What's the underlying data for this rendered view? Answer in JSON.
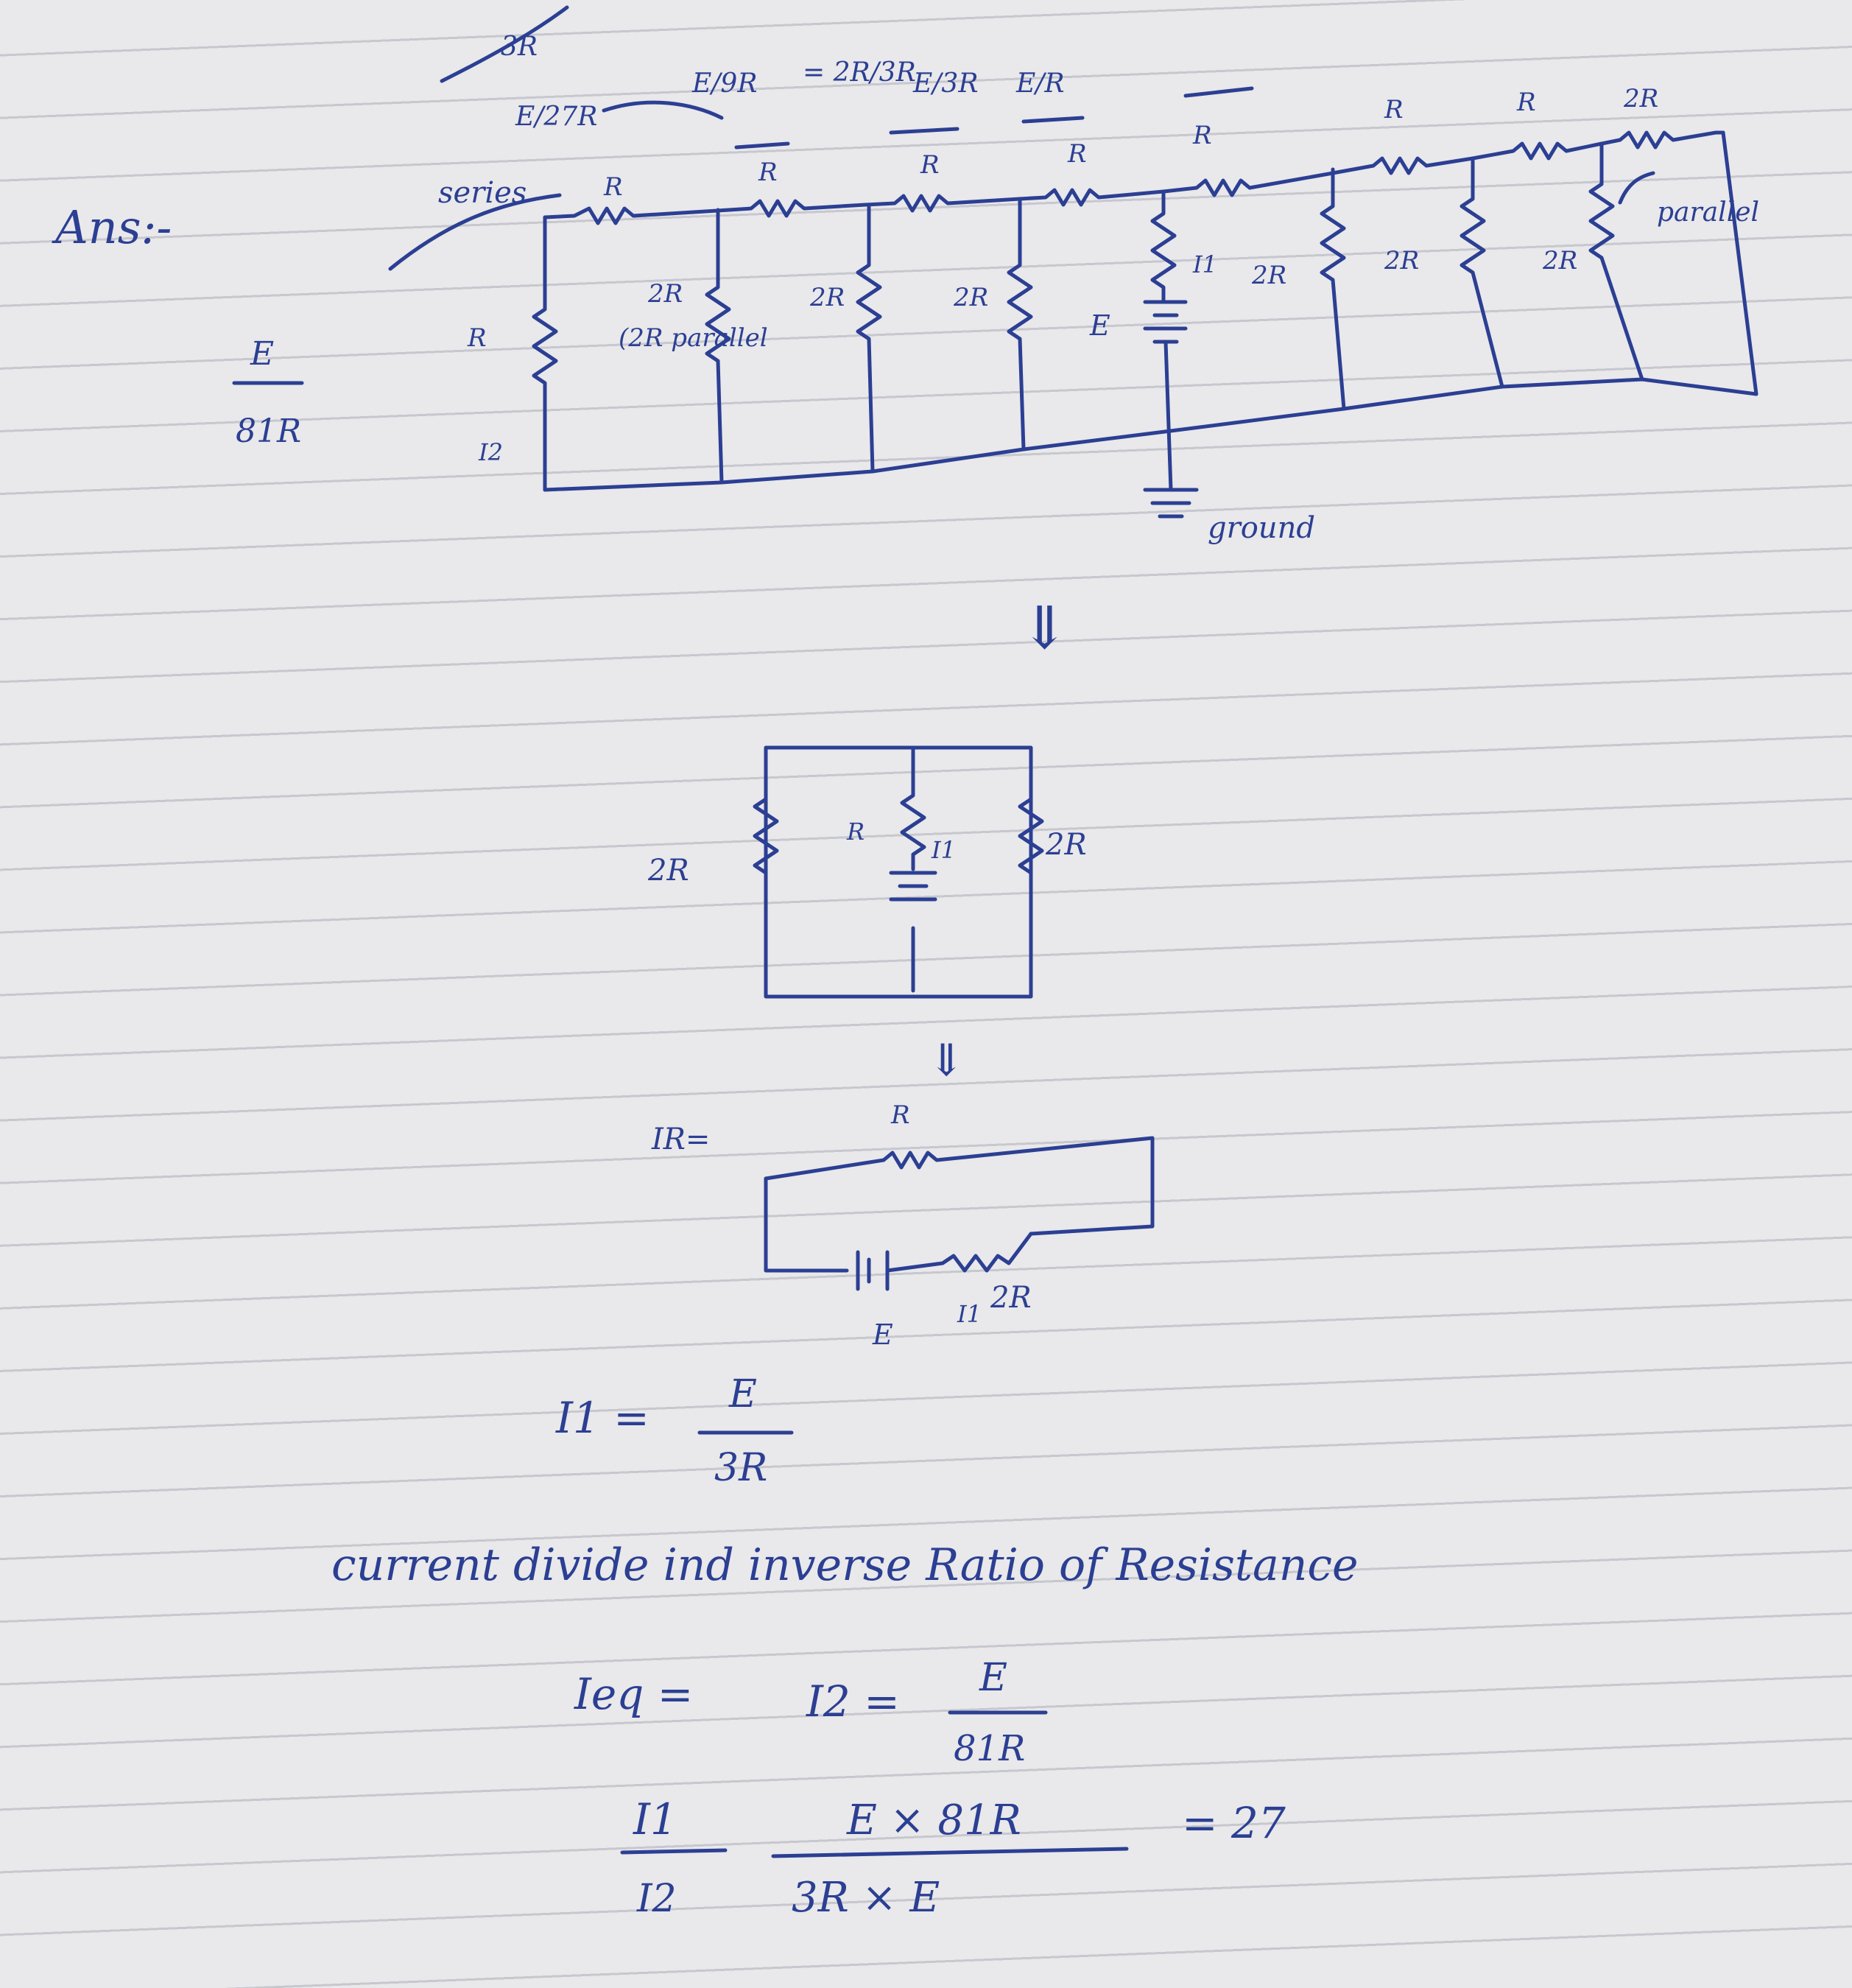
{
  "answer_label": "Ans:-",
  "margin_note": {
    "num": "E",
    "den": "81R"
  },
  "top_notes": {
    "three_r": "3R",
    "e_over_27r": "E/27R",
    "e_over_9r": "E/9R",
    "two_r_over_3r": "= 2R/3R",
    "e_over_3r": "E/3R",
    "e_over_r": "E/R",
    "series": "series",
    "parallel_left": "(2R parallel",
    "parallel_right": "parallel",
    "ground": "ground"
  },
  "circuit1": {
    "top_series": [
      "R",
      "R",
      "R",
      "R",
      "R",
      "R",
      "R",
      "2R"
    ],
    "legs": [
      "R",
      "2R",
      "2R",
      "2R",
      "2R",
      "2R",
      "2R"
    ],
    "battery": "E",
    "i1": "I1",
    "i2": "I2"
  },
  "arrow_symbol": "⇓",
  "circuit2": {
    "left": "2R",
    "middle": "R",
    "right": "2R",
    "i1": "I1"
  },
  "circuit3": {
    "label": "IR=",
    "top": "R",
    "battery": "E",
    "i1": "I1",
    "series": "2R"
  },
  "eq1": {
    "lhs": "I1 =",
    "num": "E",
    "den": "3R"
  },
  "current_divide_note": "current divide ind inverse Ratio of Resistance",
  "eq2": {
    "lhs": "Ieq =",
    "mid": "I2 =",
    "num": "E",
    "den": "81R"
  },
  "eq3": {
    "lhs_num": "I1",
    "lhs_den": "I2",
    "num": "E × 81R",
    "den": "3R × E",
    "result": "= 27"
  },
  "ink_color": "#2b3f93"
}
